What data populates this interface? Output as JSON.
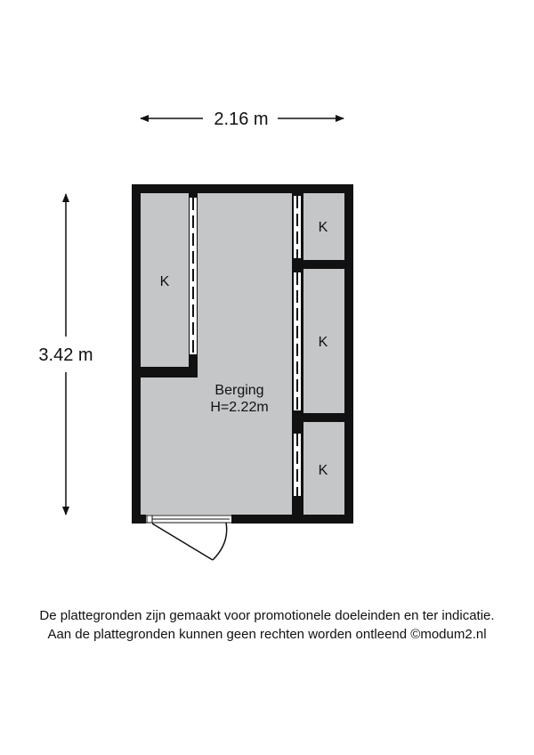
{
  "dimensions": {
    "width_label": "2.16 m",
    "height_label": "3.42 m"
  },
  "rooms": {
    "main_name": "Berging",
    "main_height": "H=2.22m",
    "closet_left": "K",
    "closet_right_top": "K",
    "closet_right_middle": "K",
    "closet_right_bottom": "K"
  },
  "disclaimer": {
    "line1": "De plattegronden zijn gemaakt voor promotionele doeleinden en ter indicatie.",
    "line2": "Aan de plattegronden kunnen geen rechten worden ontleend ©modum2.nl"
  },
  "colors": {
    "wall": "#111111",
    "floor": "#c4c6c8",
    "background": "#ffffff"
  }
}
